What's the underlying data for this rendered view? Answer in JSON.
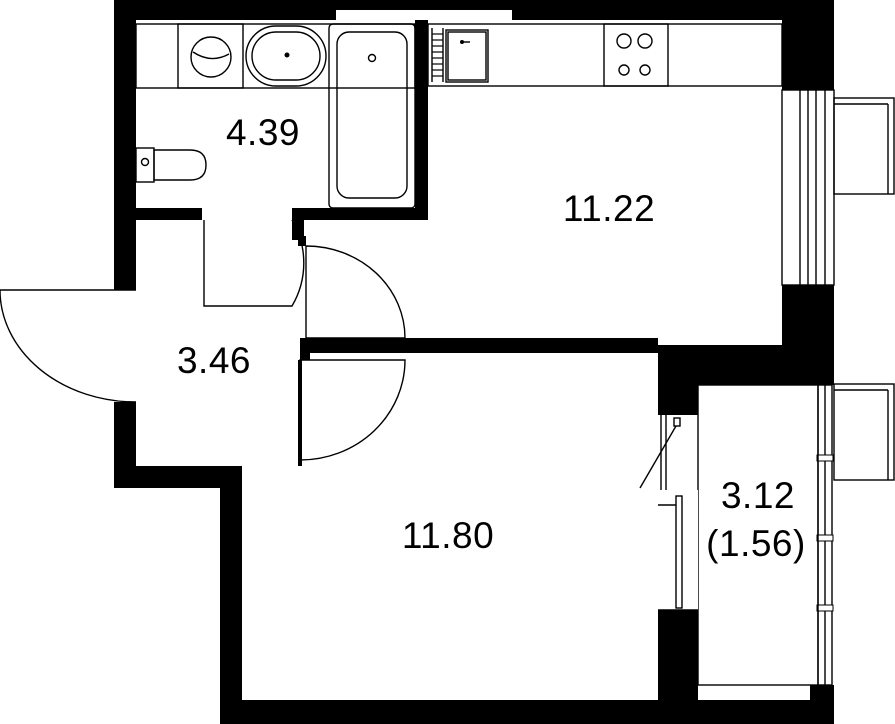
{
  "floor_plan": {
    "rooms": [
      {
        "id": "bathroom",
        "area": "4.39"
      },
      {
        "id": "kitchen-living",
        "area": "11.22"
      },
      {
        "id": "hallway",
        "area": "3.46"
      },
      {
        "id": "bedroom",
        "area": "11.80"
      },
      {
        "id": "loggia",
        "area": "3.12",
        "reduced_area": "(1.56)"
      }
    ],
    "colors": {
      "wall": "#000000",
      "background": "#ffffff"
    }
  }
}
